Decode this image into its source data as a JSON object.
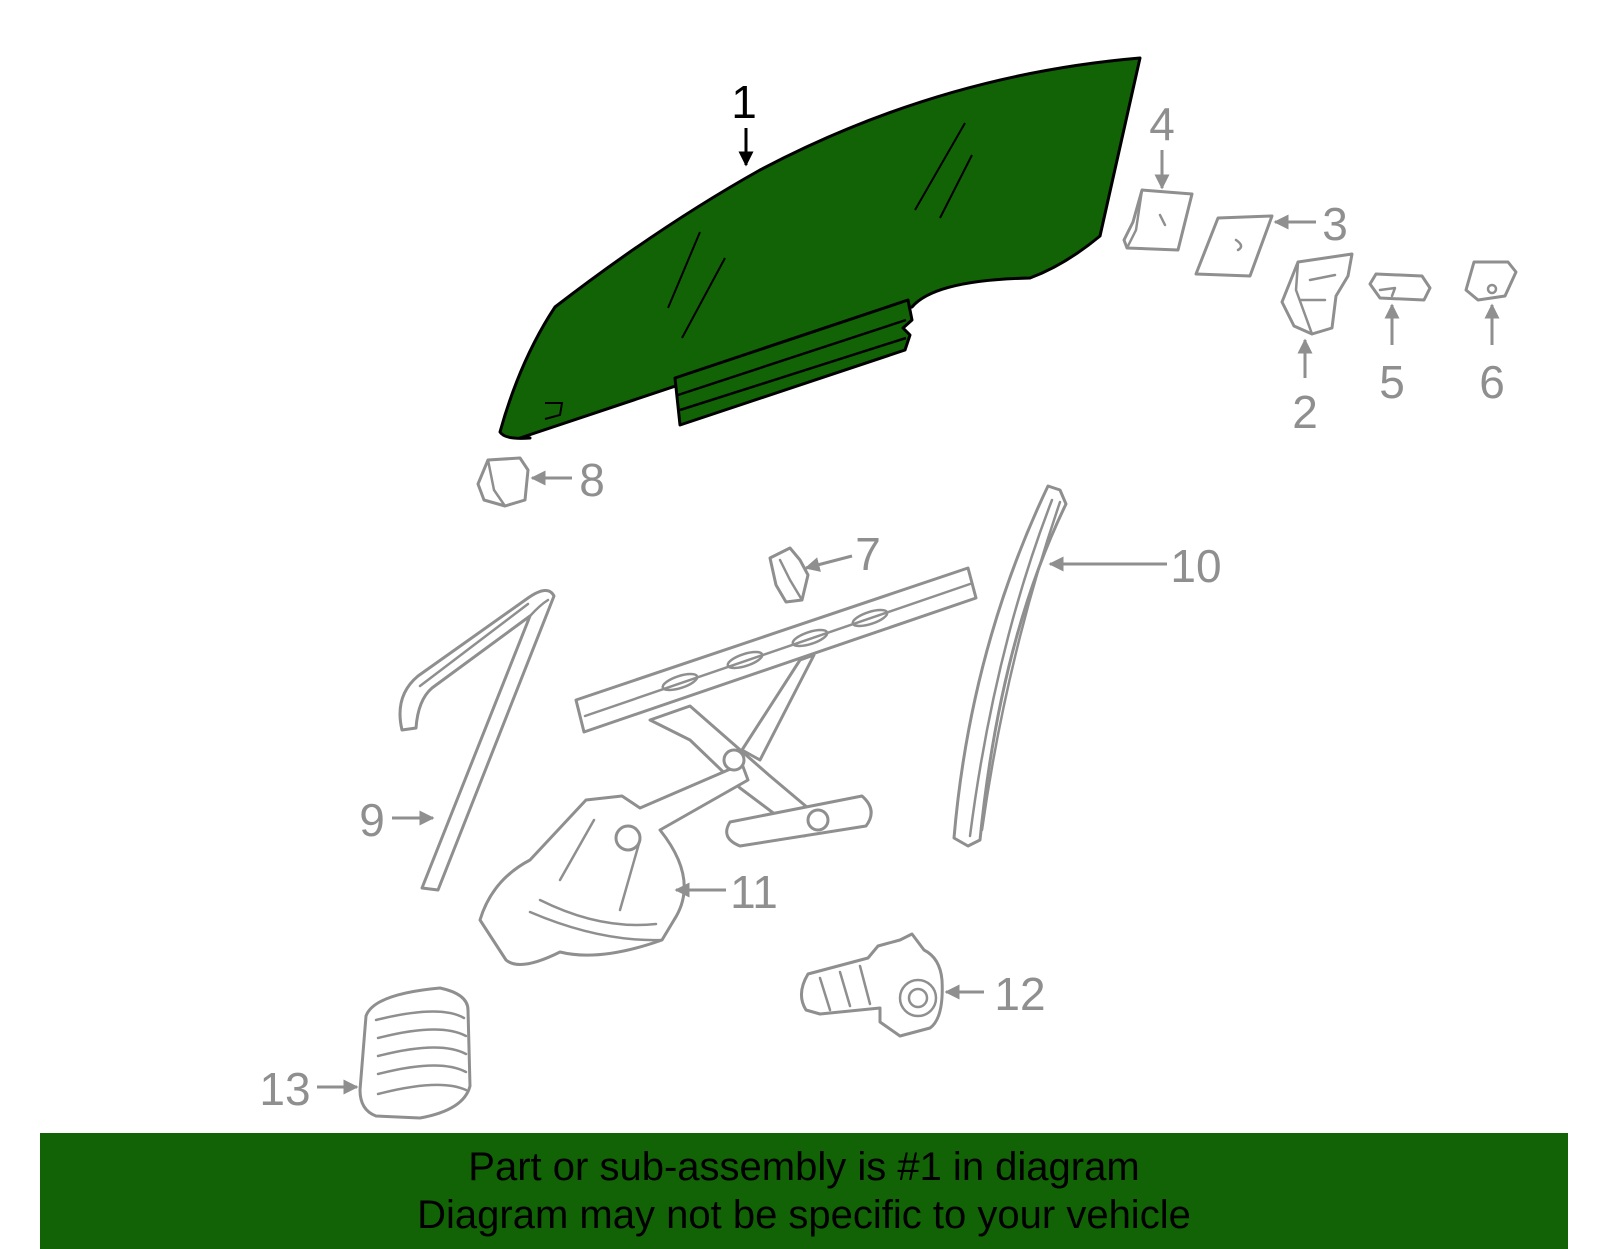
{
  "diagram": {
    "highlight_color": "#116306",
    "line_color": "#8f8f8f",
    "callouts": [
      "1",
      "2",
      "3",
      "4",
      "5",
      "6",
      "7",
      "8",
      "9",
      "10",
      "11",
      "12",
      "13"
    ],
    "highlighted_callout": "1"
  },
  "banner": {
    "line1": "Part or sub-assembly is #1 in diagram",
    "line2": "Diagram may not be specific to your vehicle"
  }
}
